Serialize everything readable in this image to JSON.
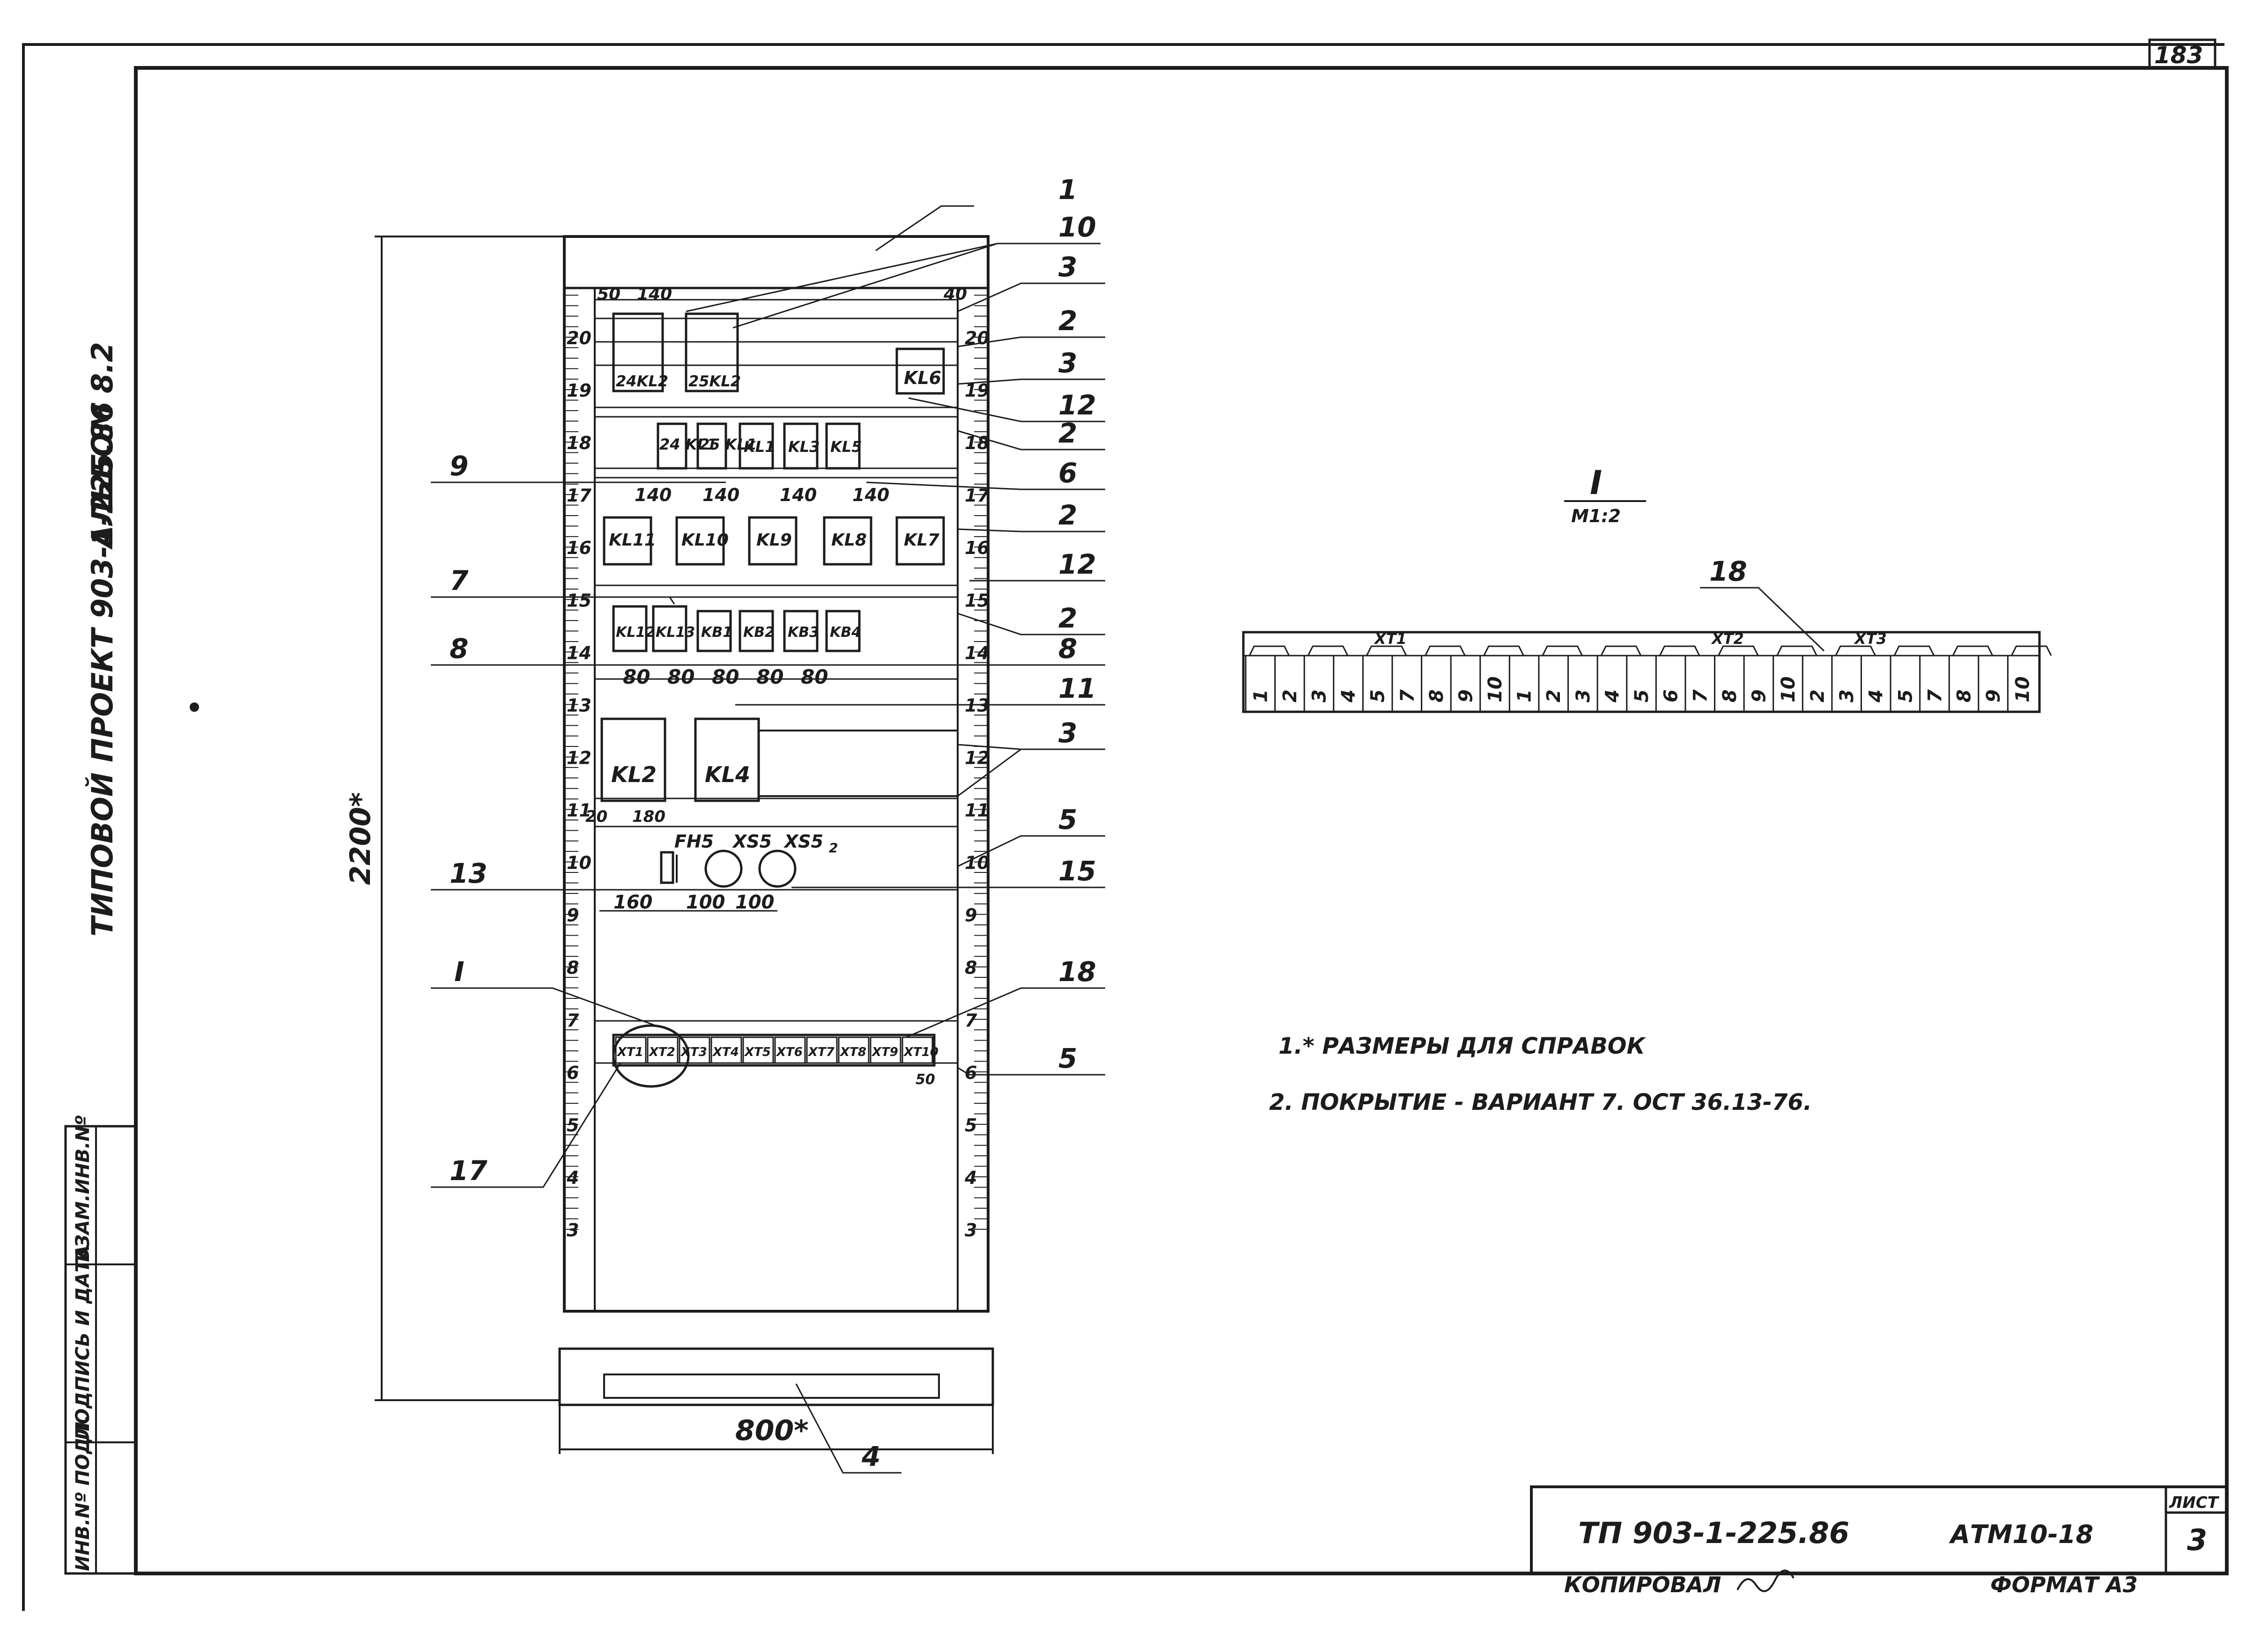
{
  "sheet_number": "183",
  "side_texts": {
    "project": "ТИПОВОЙ ПРОЕКТ 903-1-225.86",
    "album": "АЛЬБОМ 8.2"
  },
  "side_stamp": [
    "ИНВ.Nº ПОДЛ.",
    "ПОДПИСЬ И ДАТА",
    "ВЗАМ.ИНВ.Nº"
  ],
  "cabinet": {
    "height_dim": "2200*",
    "width_dim": "800*",
    "rail_marks": [
      "3",
      "4",
      "5",
      "6",
      "7",
      "8",
      "9",
      "10",
      "11",
      "12",
      "13",
      "14",
      "15",
      "16",
      "17",
      "18",
      "19",
      "20"
    ],
    "top_dims": [
      "50",
      "140",
      "40",
      "20",
      "20"
    ],
    "row1_devices": [
      "24KL2",
      "25KL2",
      "KL6"
    ],
    "row2_devices": [
      "24 KL1",
      "25 KL1",
      "KL1",
      "KL3",
      "KL5"
    ],
    "row2_dims": [
      "140",
      "140",
      "140",
      "140"
    ],
    "row3_devices": [
      "KL11",
      "KL10",
      "KL9",
      "KL8",
      "KL7"
    ],
    "row4_devices": [
      "KL12",
      "KL13",
      "KB1",
      "KB2",
      "KB3",
      "KB4"
    ],
    "row4_dims": [
      "80",
      "80",
      "80",
      "80",
      "80"
    ],
    "row5_devices": [
      "KL2",
      "KL4"
    ],
    "row5_dims": [
      "20",
      "180"
    ],
    "row6_labels": [
      "FH5",
      "XS5",
      "XS5",
      "2"
    ],
    "row6_dims": [
      "160",
      "100",
      "100"
    ],
    "terminals": [
      "XT1",
      "XT2",
      "XT3",
      "XT4",
      "XT5",
      "XT6",
      "XT7",
      "XT8",
      "XT9",
      "XT10"
    ],
    "terminal_dim": "50"
  },
  "callouts": {
    "right": [
      "1",
      "10",
      "3",
      "2",
      "3",
      "12",
      "2",
      "6",
      "2",
      "12",
      "2",
      "8",
      "11",
      "3",
      "5",
      "15",
      "18",
      "5"
    ],
    "left": [
      "9",
      "7",
      "8",
      "13",
      "I",
      "17"
    ],
    "bottom": "4"
  },
  "detail": {
    "title": "I",
    "scale": "М1:2",
    "callout": "18",
    "groups": [
      "XT1",
      "XT2",
      "XT3"
    ],
    "numbers": [
      "1",
      "2",
      "3",
      "4",
      "5",
      "7",
      "8",
      "9",
      "10",
      "1",
      "2",
      "3",
      "4",
      "5",
      "6",
      "7",
      "8",
      "9",
      "10",
      "2",
      "3",
      "4",
      "5",
      "7",
      "8",
      "9",
      "10"
    ]
  },
  "notes": [
    "1.* РАЗМЕРЫ ДЛЯ СПРАВОК",
    "2.  ПОКРЫТИЕ - ВАРИАНТ 7. ОСТ 36.13-76."
  ],
  "title_block": {
    "code": "ТП 903-1-225.86",
    "doc": "АТМ10-18",
    "sheet_label": "ЛИСТ",
    "sheet_value": "3",
    "copied": "КОПИРОВАЛ",
    "format": "ФОРМАТ А3"
  }
}
